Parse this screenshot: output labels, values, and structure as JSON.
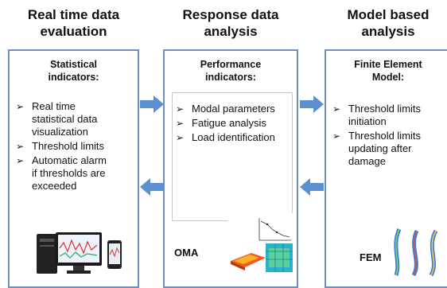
{
  "columns": [
    {
      "title_lines": [
        "Real time data",
        "evaluation"
      ],
      "head_lines": [
        "Statistical",
        "indicators:"
      ],
      "bullets": [
        [
          "Real time",
          "statistical data",
          "visualization"
        ],
        [
          "Threshold limits"
        ],
        [
          "Automatic alarm",
          "if thresholds are",
          "exceeded"
        ]
      ]
    },
    {
      "title_lines": [
        "Response data",
        "analysis"
      ],
      "head_lines": [
        "Performance",
        "indicators:"
      ],
      "bullets": [
        [
          "Modal parameters"
        ],
        [
          "Fatigue analysis"
        ],
        [
          "Load identification"
        ]
      ],
      "thumb_label": "OMA"
    },
    {
      "title_lines": [
        "Model based",
        "analysis"
      ],
      "head_lines": [
        "Finite Element",
        "Model:"
      ],
      "bullets": [
        [
          "Threshold limits",
          "initiation"
        ],
        [
          "Threshold limits",
          "updating after",
          "damage"
        ]
      ],
      "thumb_label": "FEM"
    }
  ],
  "bullet_marker": "➢",
  "colors": {
    "panel_border": "#6f8fbd",
    "arrow_fill": "#5b8fcf"
  }
}
